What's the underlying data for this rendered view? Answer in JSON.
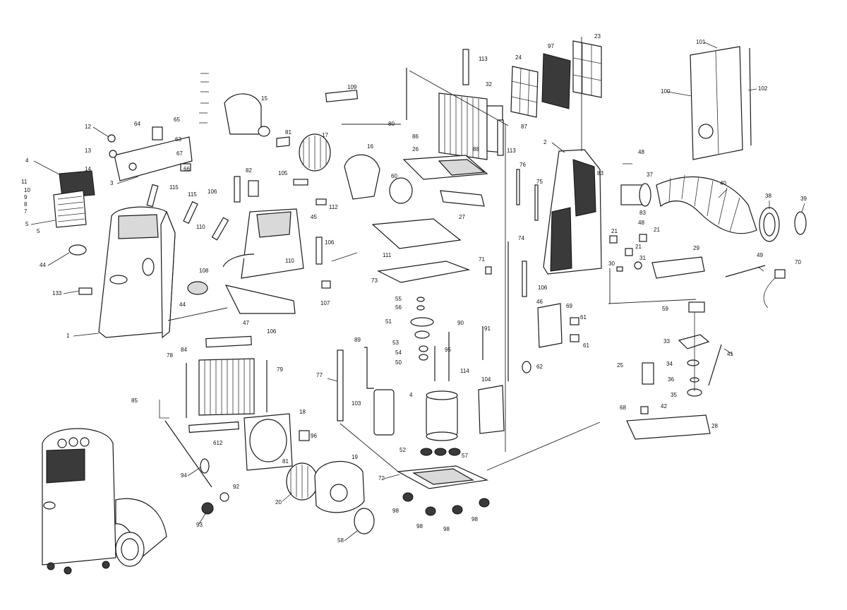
{
  "diagram": {
    "colors": {
      "line": "#1a1a1a",
      "shade": "#d9d9d9",
      "dark": "#3a3a3a",
      "background": "#ffffff"
    },
    "callouts": [
      {
        "id": "c1",
        "text": "1"
      },
      {
        "id": "c2",
        "text": "2"
      },
      {
        "id": "c3",
        "text": "3"
      },
      {
        "id": "c4",
        "text": "4"
      },
      {
        "id": "c5",
        "text": "5"
      },
      {
        "id": "c5b",
        "text": "5"
      },
      {
        "id": "c7",
        "text": "7"
      },
      {
        "id": "c8",
        "text": "8"
      },
      {
        "id": "c9",
        "text": "9"
      },
      {
        "id": "c10",
        "text": "10"
      },
      {
        "id": "c11",
        "text": "11"
      },
      {
        "id": "c12",
        "text": "12"
      },
      {
        "id": "c13",
        "text": "13"
      },
      {
        "id": "c14",
        "text": "14"
      },
      {
        "id": "c15",
        "text": "15"
      },
      {
        "id": "c16",
        "text": "16"
      },
      {
        "id": "c17",
        "text": "17"
      },
      {
        "id": "c18",
        "text": "18"
      },
      {
        "id": "c19",
        "text": "19"
      },
      {
        "id": "c20",
        "text": "20"
      },
      {
        "id": "c21a",
        "text": "21"
      },
      {
        "id": "c21b",
        "text": "21"
      },
      {
        "id": "c21c",
        "text": "21"
      },
      {
        "id": "c23",
        "text": "23"
      },
      {
        "id": "c24",
        "text": "24"
      },
      {
        "id": "c25",
        "text": "25"
      },
      {
        "id": "c26",
        "text": "26"
      },
      {
        "id": "c27",
        "text": "27"
      },
      {
        "id": "c28",
        "text": "28"
      },
      {
        "id": "c29",
        "text": "29"
      },
      {
        "id": "c30",
        "text": "30"
      },
      {
        "id": "c31",
        "text": "31"
      },
      {
        "id": "c32",
        "text": "32"
      },
      {
        "id": "c33",
        "text": "33"
      },
      {
        "id": "c34",
        "text": "34"
      },
      {
        "id": "c35",
        "text": "35"
      },
      {
        "id": "c36",
        "text": "36"
      },
      {
        "id": "c37",
        "text": "37"
      },
      {
        "id": "c38",
        "text": "38"
      },
      {
        "id": "c39",
        "text": "39"
      },
      {
        "id": "c40",
        "text": "40"
      },
      {
        "id": "c41",
        "text": "41"
      },
      {
        "id": "c42",
        "text": "42"
      },
      {
        "id": "c44a",
        "text": "44"
      },
      {
        "id": "c44b",
        "text": "44"
      },
      {
        "id": "c45",
        "text": "45"
      },
      {
        "id": "c46",
        "text": "46"
      },
      {
        "id": "c47",
        "text": "47"
      },
      {
        "id": "c48a",
        "text": "48"
      },
      {
        "id": "c48b",
        "text": "48"
      },
      {
        "id": "c49",
        "text": "49"
      },
      {
        "id": "c4b",
        "text": "4"
      },
      {
        "id": "c50",
        "text": "50"
      },
      {
        "id": "c51",
        "text": "51"
      },
      {
        "id": "c52",
        "text": "52"
      },
      {
        "id": "c53",
        "text": "53"
      },
      {
        "id": "c54",
        "text": "54"
      },
      {
        "id": "c55",
        "text": "55"
      },
      {
        "id": "c56",
        "text": "56"
      },
      {
        "id": "c57",
        "text": "57"
      },
      {
        "id": "c58",
        "text": "58"
      },
      {
        "id": "c59",
        "text": "59"
      },
      {
        "id": "c60",
        "text": "60"
      },
      {
        "id": "c61a",
        "text": "61"
      },
      {
        "id": "c61b",
        "text": "61"
      },
      {
        "id": "c62",
        "text": "62"
      },
      {
        "id": "c63",
        "text": "63"
      },
      {
        "id": "c64",
        "text": "64"
      },
      {
        "id": "c65",
        "text": "65"
      },
      {
        "id": "c66",
        "text": "66"
      },
      {
        "id": "c67",
        "text": "67"
      },
      {
        "id": "c68",
        "text": "68"
      },
      {
        "id": "c69",
        "text": "69"
      },
      {
        "id": "c70",
        "text": "70"
      },
      {
        "id": "c71",
        "text": "71"
      },
      {
        "id": "c72",
        "text": "72"
      },
      {
        "id": "c73",
        "text": "73"
      },
      {
        "id": "c74",
        "text": "74"
      },
      {
        "id": "c75",
        "text": "75"
      },
      {
        "id": "c76",
        "text": "76"
      },
      {
        "id": "c77",
        "text": "77"
      },
      {
        "id": "c78",
        "text": "78"
      },
      {
        "id": "c79",
        "text": "79"
      },
      {
        "id": "c80",
        "text": "80"
      },
      {
        "id": "c81a",
        "text": "81"
      },
      {
        "id": "c81b",
        "text": "81"
      },
      {
        "id": "c82",
        "text": "82"
      },
      {
        "id": "c83a",
        "text": "83"
      },
      {
        "id": "c83b",
        "text": "83"
      },
      {
        "id": "c84",
        "text": "84"
      },
      {
        "id": "c85",
        "text": "85"
      },
      {
        "id": "c86",
        "text": "86"
      },
      {
        "id": "c87",
        "text": "87"
      },
      {
        "id": "c88",
        "text": "88"
      },
      {
        "id": "c89",
        "text": "89"
      },
      {
        "id": "c90",
        "text": "90"
      },
      {
        "id": "c91",
        "text": "91"
      },
      {
        "id": "c92",
        "text": "92"
      },
      {
        "id": "c93",
        "text": "93"
      },
      {
        "id": "c94",
        "text": "94"
      },
      {
        "id": "c95",
        "text": "95"
      },
      {
        "id": "c96",
        "text": "96"
      },
      {
        "id": "c97",
        "text": "97"
      },
      {
        "id": "c98a",
        "text": "98"
      },
      {
        "id": "c98b",
        "text": "98"
      },
      {
        "id": "c98c",
        "text": "98"
      },
      {
        "id": "c98d",
        "text": "98"
      },
      {
        "id": "c100",
        "text": "100"
      },
      {
        "id": "c101",
        "text": "101"
      },
      {
        "id": "c102",
        "text": "102"
      },
      {
        "id": "c103",
        "text": "103"
      },
      {
        "id": "c104",
        "text": "104"
      },
      {
        "id": "c105",
        "text": "105"
      },
      {
        "id": "c106a",
        "text": "106"
      },
      {
        "id": "c106b",
        "text": "106"
      },
      {
        "id": "c106c",
        "text": "106"
      },
      {
        "id": "c106d",
        "text": "106"
      },
      {
        "id": "c107",
        "text": "107"
      },
      {
        "id": "c108",
        "text": "108"
      },
      {
        "id": "c109",
        "text": "109"
      },
      {
        "id": "c110a",
        "text": "110"
      },
      {
        "id": "c110b",
        "text": "110"
      },
      {
        "id": "c111",
        "text": "111"
      },
      {
        "id": "c112",
        "text": "112"
      },
      {
        "id": "c113a",
        "text": "113"
      },
      {
        "id": "c113b",
        "text": "113"
      },
      {
        "id": "c114",
        "text": "114"
      },
      {
        "id": "c115a",
        "text": "115"
      },
      {
        "id": "c115b",
        "text": "115"
      },
      {
        "id": "c133",
        "text": "133"
      },
      {
        "id": "c612",
        "text": "612"
      }
    ]
  }
}
